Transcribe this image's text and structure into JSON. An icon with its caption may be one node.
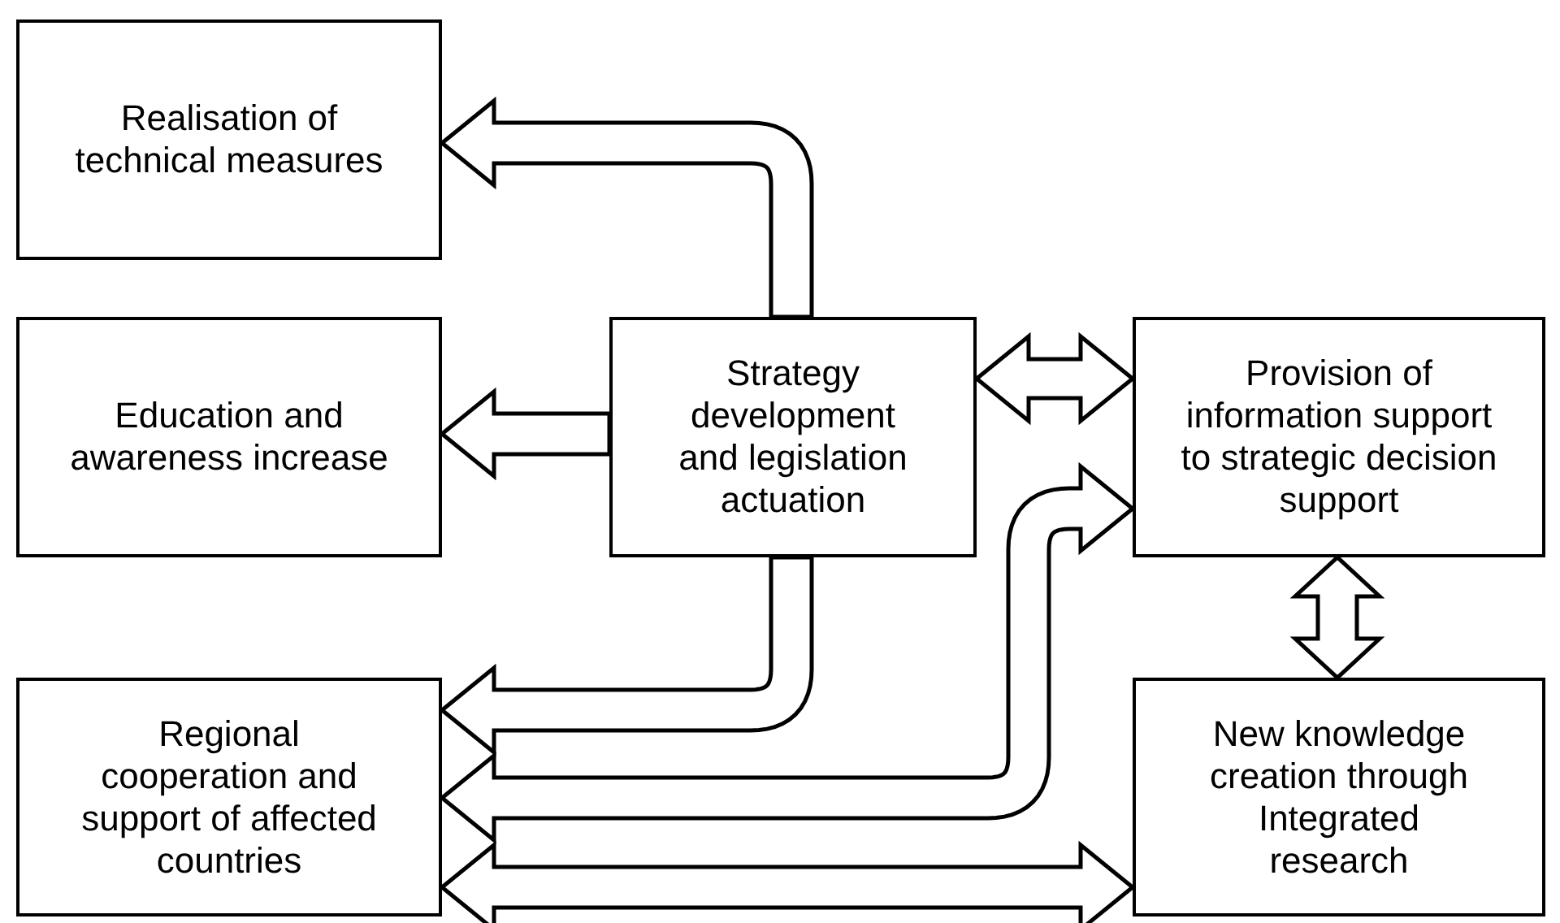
{
  "diagram": {
    "nodes": [
      {
        "text": [
          "Realisation of technical measures"
        ]
      },
      {
        "text": [
          "Education and awareness increase"
        ]
      },
      {
        "text": [
          "Strategy development and legislation actuation"
        ]
      },
      {
        "text": [
          "Provision of information support to strategic decision support"
        ]
      },
      {
        "text": [
          "Regional cooperation and support of affected countries"
        ]
      },
      {
        "text": [
          "New knowledge creation through Integrated research"
        ]
      }
    ],
    "edges": [
      {
        "from": 2,
        "to": 0,
        "arrow": "to"
      },
      {
        "from": 2,
        "to": 1,
        "arrow": "to"
      },
      {
        "from": 2,
        "to": 3,
        "arrow": "both"
      },
      {
        "from": 3,
        "to": 4,
        "arrow": "both"
      },
      {
        "from": 2,
        "to": 4,
        "arrow": "to"
      },
      {
        "from": 3,
        "to": 5,
        "arrow": "both"
      },
      {
        "from": 4,
        "to": 5,
        "arrow": "both"
      }
    ]
  }
}
